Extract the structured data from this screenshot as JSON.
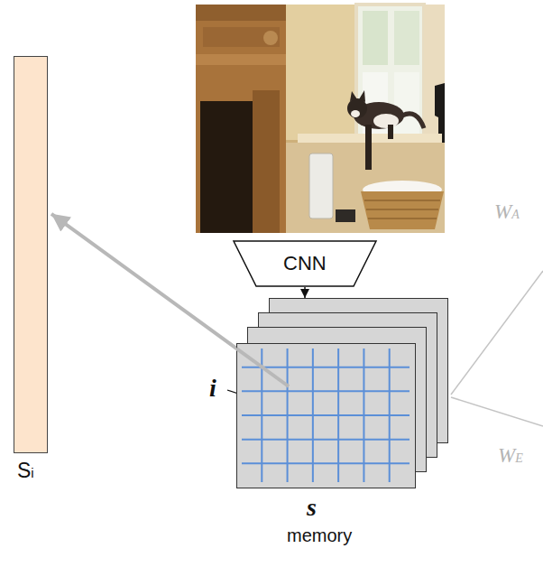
{
  "diagram": {
    "nodes": [
      {
        "text": [
          "Si"
        ]
      },
      {
        "text": [
          "CNN"
        ]
      },
      {
        "text": [
          "s",
          "memory"
        ]
      }
    ],
    "edges": [
      {
        "from": 1,
        "to": 2,
        "arrow": "to"
      },
      {
        "from": 2,
        "to": 0,
        "arrow": "to"
      }
    ],
    "labels": [
      "i",
      "WA",
      "WE"
    ]
  }
}
